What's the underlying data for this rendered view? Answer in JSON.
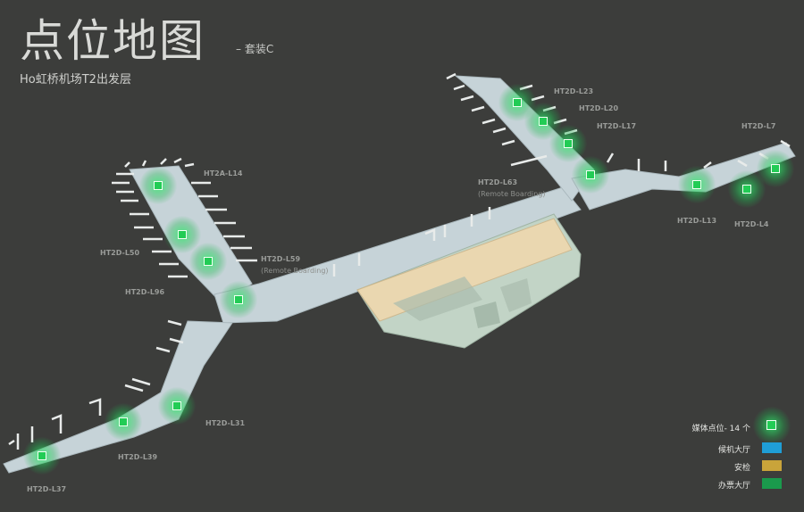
{
  "header": {
    "title": "点位地图",
    "suite": "– 套装C",
    "subtitle": "Ho虹桥机场T2出发层"
  },
  "points": [
    {
      "id": "HT2D-L23",
      "label": "HT2D-L23"
    },
    {
      "id": "HT2D-L20",
      "label": "HT2D-L20"
    },
    {
      "id": "HT2D-L17",
      "label": "HT2D-L17"
    },
    {
      "id": "HT2D-L7",
      "label": "HT2D-L7"
    },
    {
      "id": "HT2D-L63",
      "label": "HT2D-L63",
      "note": "(Remote Boarding)"
    },
    {
      "id": "HT2A-L14",
      "label": "HT2A-L14"
    },
    {
      "id": "HT2D-L50",
      "label": "HT2D-L50"
    },
    {
      "id": "HT2D-L59",
      "label": "HT2D-L59",
      "note": "(Remote Boarding)"
    },
    {
      "id": "HT2D-L96",
      "label": "HT2D-L96"
    },
    {
      "id": "HT2D-L13",
      "label": "HT2D-L13"
    },
    {
      "id": "HT2D-L4",
      "label": "HT2D-L4"
    },
    {
      "id": "HT2D-L31",
      "label": "HT2D-L31"
    },
    {
      "id": "HT2D-L39",
      "label": "HT2D-L39"
    },
    {
      "id": "HT2D-L37",
      "label": "HT2D-L37"
    }
  ],
  "legend": {
    "media_points": "媒体点位- 14 个",
    "items": [
      {
        "label": "候机大厅",
        "color": "#1f9ed6"
      },
      {
        "label": "安检",
        "color": "#c9a43a"
      },
      {
        "label": "办票大厅",
        "color": "#1a9a4c"
      }
    ]
  },
  "colors": {
    "background": "#3c3d3b",
    "marker": "#22cc55",
    "floor": "#c8d6da",
    "terminal": "#c5d7c9",
    "checkin": "#ead7b0"
  }
}
